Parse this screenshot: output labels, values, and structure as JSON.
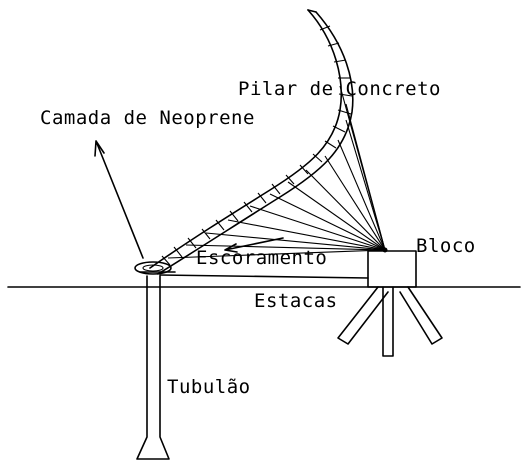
{
  "labels": {
    "pilar": "Pilar de Concreto",
    "neoprene": "Camada de Neoprene",
    "bloco": "Bloco",
    "escoramento": "Escoramento",
    "estacas": "Estacas",
    "tubulao": "Tubulão"
  }
}
